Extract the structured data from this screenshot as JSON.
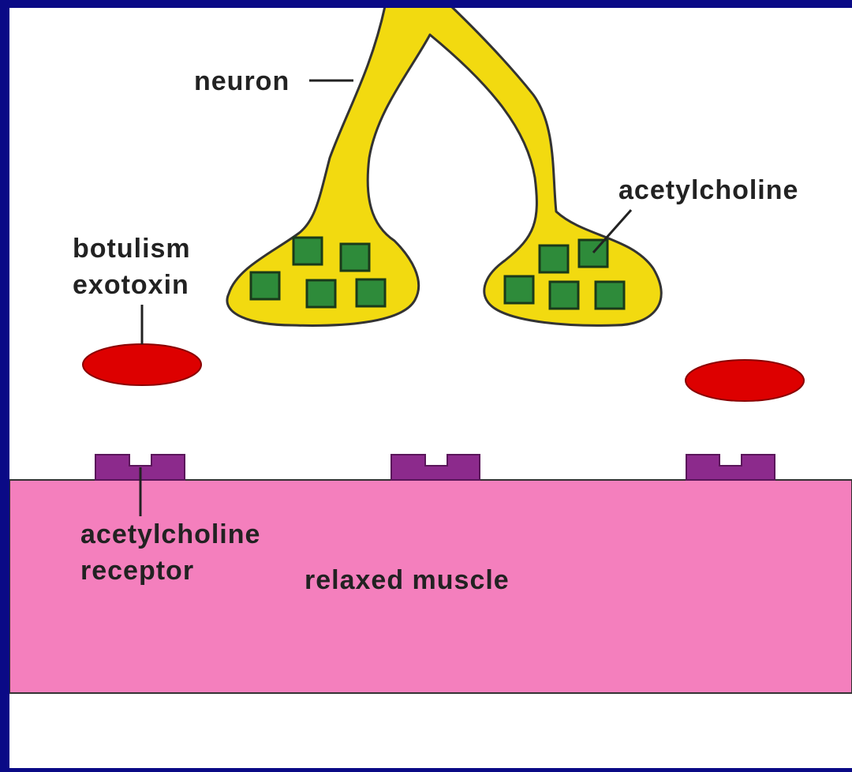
{
  "labels": {
    "neuron": "neuron",
    "acetylcholine": "acetylcholine",
    "botulism_line1": "botulism",
    "botulism_line2": "exotoxin",
    "receptor_line1": "acetylcholine",
    "receptor_line2": "receptor",
    "muscle": "relaxed muscle"
  },
  "colors": {
    "border": "#0a0a86",
    "background": "#ffffff",
    "neuron_fill": "#f2da10",
    "vesicle_fill": "#2e8b3a",
    "toxin_fill": "#dd0000",
    "receptor_fill": "#8c2a8c",
    "muscle_fill": "#f47fbd"
  }
}
